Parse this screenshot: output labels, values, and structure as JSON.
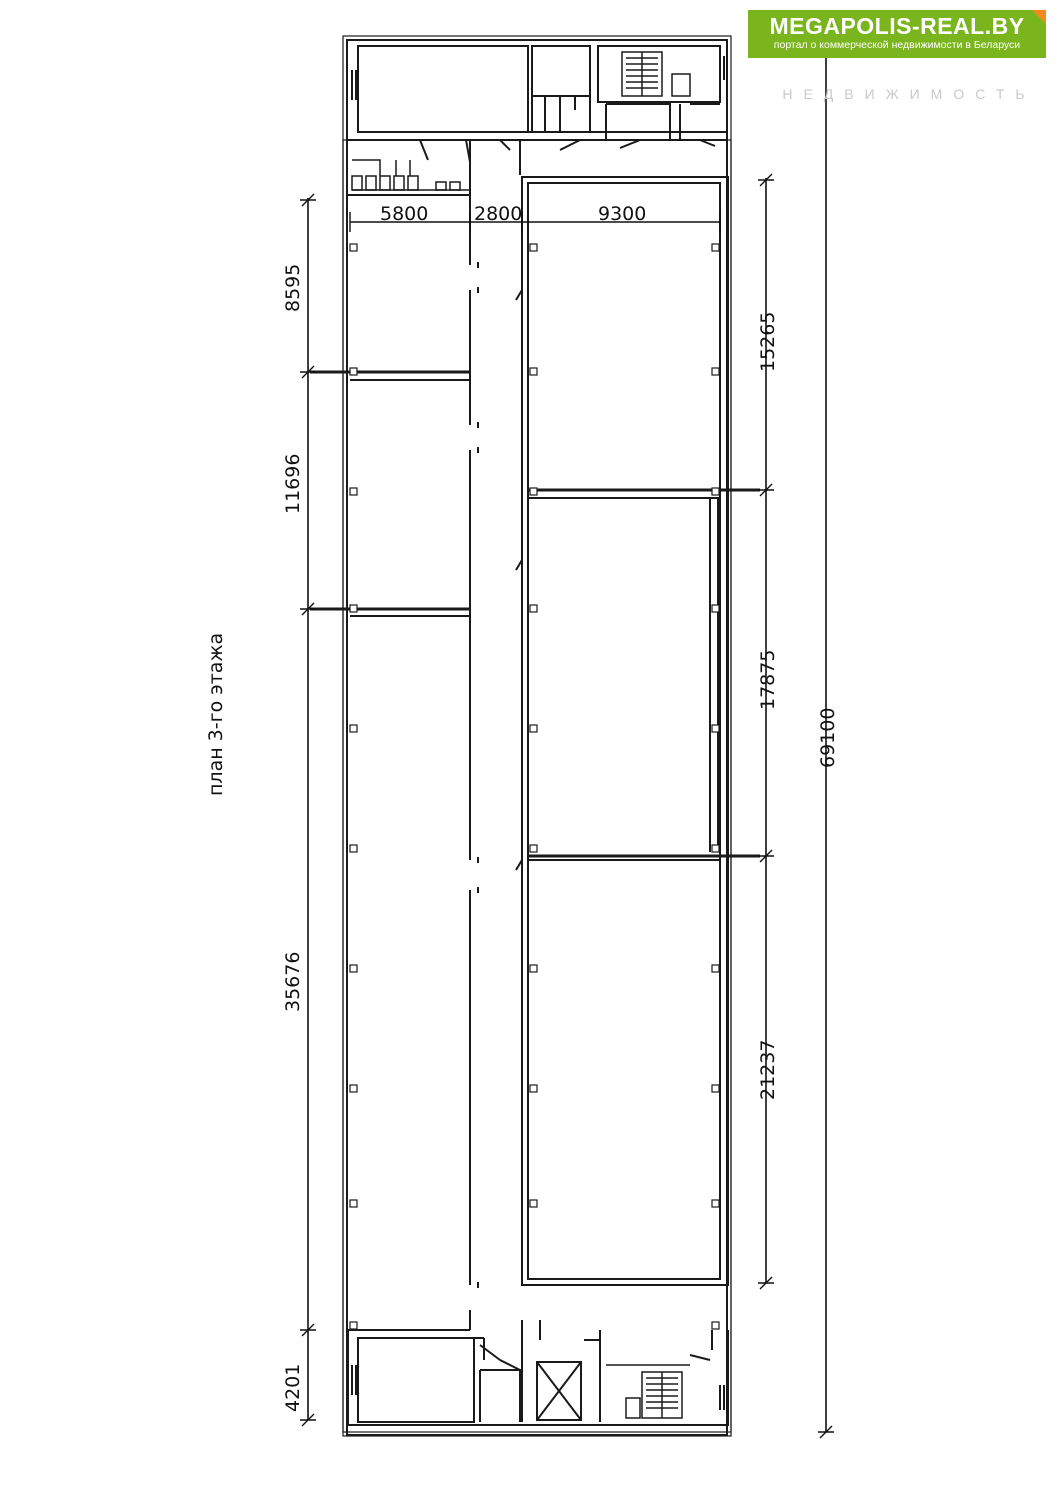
{
  "title": "план 3-го этажа",
  "brand": {
    "name": "MEGAPOLIS-REAL.BY",
    "tagline": "портал о коммерческой недвижимости в Беларуси",
    "subtitle": "НЕДВИЖИМОСТЬ",
    "colors": {
      "green": "#7ab51d",
      "orange": "#f28b1c",
      "gray": "#c9c9c9"
    }
  },
  "dimensions": {
    "left_room_width": "5800",
    "corridor_width": "2800",
    "right_room_width": "9300",
    "left_room_1": "8595",
    "left_room_2": "11696",
    "left_room_3": "35676",
    "left_bottom": "4201",
    "right_room_1": "15265",
    "right_room_2": "17875",
    "right_room_3": "21237",
    "total_length": "69100"
  }
}
